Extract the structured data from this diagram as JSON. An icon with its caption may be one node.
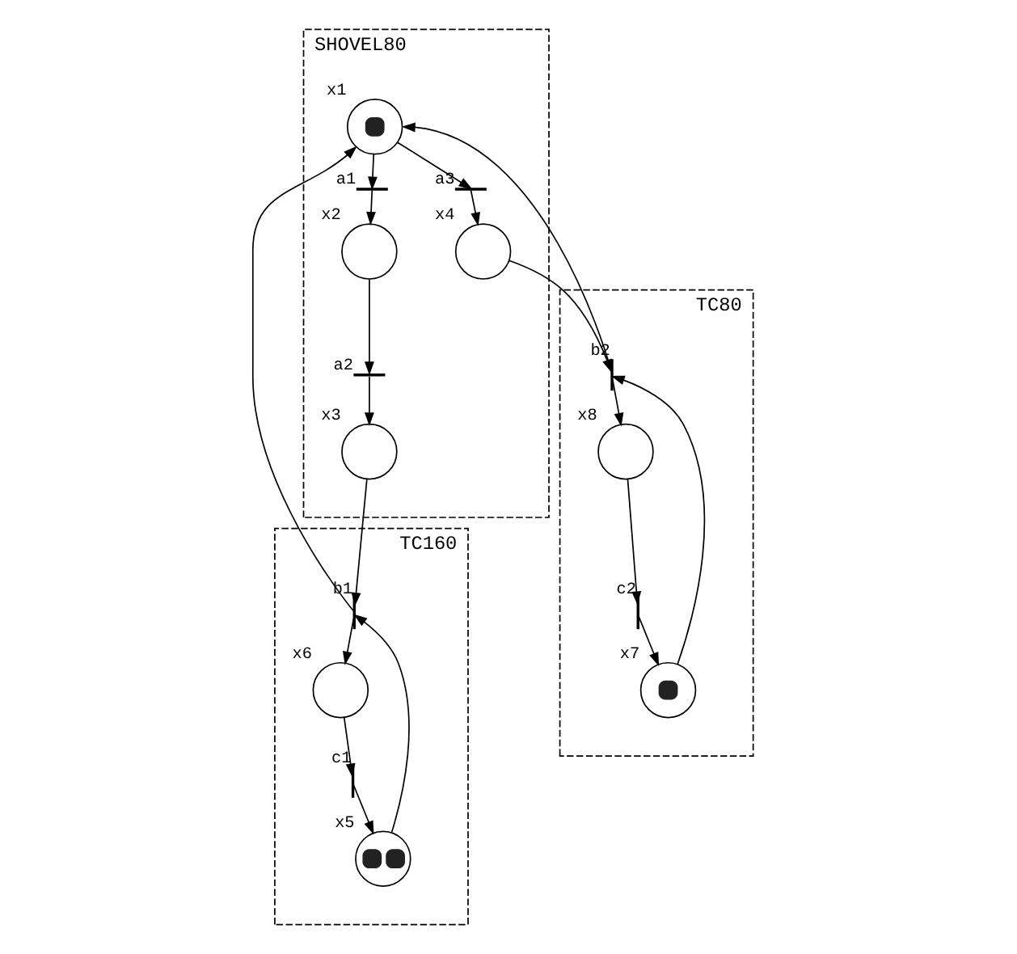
{
  "diagram": {
    "nodes": [
      {
        "text": [
          "SHOVEL80"
        ]
      },
      {
        "text": [],
        "shape": "circle",
        "beside": [
          "x3"
        ],
        "in": 0
      },
      {
        "text": [],
        "shape": "bar",
        "beside": [
          "a2"
        ],
        "in": 0
      },
      {
        "text": [],
        "shape": "circle",
        "beside": [
          "x2"
        ],
        "in": 0
      },
      {
        "text": [],
        "shape": "bar",
        "beside": [
          "a1"
        ],
        "in": 0
      },
      {
        "text": [],
        "shape": "circle",
        "beside": [
          "x1"
        ],
        "in": 0
      },
      {
        "text": [],
        "shape": "bar",
        "beside": [
          "a3"
        ],
        "in": 0
      },
      {
        "text": [],
        "shape": "circle",
        "beside": [
          "x4"
        ],
        "in": 0
      },
      {
        "text": [
          "TC160"
        ]
      },
      {
        "text": [],
        "shape": "bar",
        "beside": [
          "b1"
        ],
        "in": 8
      },
      {
        "text": [],
        "shape": "circle",
        "beside": [
          "x5"
        ],
        "in": 8
      },
      {
        "text": [],
        "shape": "circle",
        "beside": [
          "x6"
        ],
        "in": 8
      },
      {
        "text": [],
        "shape": "bar",
        "beside": [
          "c1"
        ],
        "in": 8
      },
      {
        "text": [
          "TC80"
        ]
      },
      {
        "text": [],
        "shape": "bar",
        "beside": [
          "b2"
        ],
        "in": 13
      },
      {
        "text": [],
        "shape": "circle",
        "beside": [
          "x7"
        ],
        "in": 13
      },
      {
        "text": [],
        "shape": "circle",
        "beside": [
          "x8"
        ],
        "in": 13
      },
      {
        "text": [],
        "shape": "bar",
        "beside": [
          "c2"
        ],
        "in": 13
      }
    ],
    "edges": [
      {
        "from": 2,
        "to": 1,
        "arrow": "to"
      },
      {
        "from": 3,
        "to": 2,
        "arrow": "to"
      },
      {
        "from": 4,
        "to": 3,
        "arrow": "to"
      },
      {
        "from": 5,
        "to": 4,
        "arrow": "to"
      },
      {
        "from": 5,
        "to": 6,
        "arrow": "to"
      },
      {
        "from": 6,
        "to": 7,
        "arrow": "to"
      },
      {
        "from": 1,
        "to": 9,
        "arrow": "to"
      },
      {
        "from": 9,
        "to": 5,
        "arrow": "to"
      },
      {
        "from": 10,
        "to": 9,
        "arrow": "to"
      },
      {
        "from": 9,
        "to": 11,
        "arrow": "to"
      },
      {
        "from": 11,
        "to": 12,
        "arrow": "to"
      },
      {
        "from": 12,
        "to": 10,
        "arrow": "to"
      },
      {
        "from": 14,
        "to": 5,
        "arrow": "to"
      },
      {
        "from": 7,
        "to": 14,
        "arrow": "to"
      },
      {
        "from": 15,
        "to": 14,
        "arrow": "to"
      },
      {
        "from": 14,
        "to": 16,
        "arrow": "to"
      },
      {
        "from": 16,
        "to": 17,
        "arrow": "to"
      },
      {
        "from": 17,
        "to": 15,
        "arrow": "to"
      }
    ]
  }
}
